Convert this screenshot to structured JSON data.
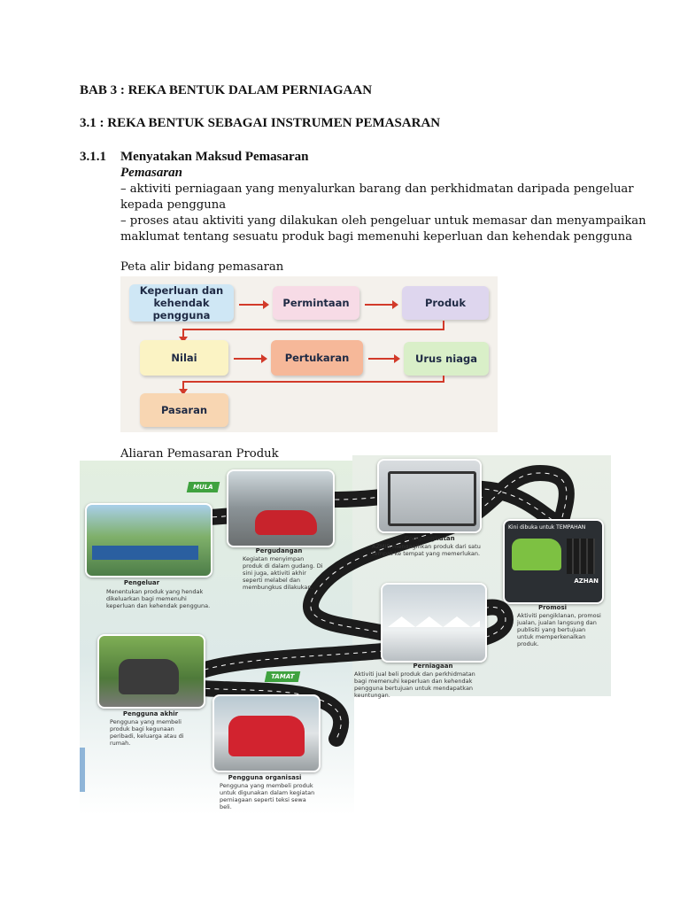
{
  "heading_chapter": "BAB 3 : REKA BENTUK DALAM PERNIAGAAN",
  "heading_section": "3.1 : REKA BENTUK SEBAGAI INSTRUMEN PEMASARAN",
  "subsection": {
    "number": "3.1.1",
    "title": "Menyatakan Maksud Pemasaran",
    "term": "Pemasaran",
    "definitions": [
      "– aktiviti perniagaan yang menyalurkan barang dan perkhidmatan daripada pengeluar",
      "kepada pengguna",
      "– proses atau aktiviti yang dilakukan oleh pengeluar untuk memasar dan menyampaikan",
      "maklumat tentang sesuatu produk bagi memenuhi keperluan dan kehendak pengguna"
    ]
  },
  "flowchart": {
    "caption": "Peta alir bidang pemasaran",
    "boxes": [
      {
        "label": "Keperluan dan kehendak pengguna",
        "color": "#cfe7f5"
      },
      {
        "label": "Permintaan",
        "color": "#f7dbe6"
      },
      {
        "label": "Produk",
        "color": "#ded6ee"
      },
      {
        "label": "Nilai",
        "color": "#fbf3c4"
      },
      {
        "label": "Pertukaran",
        "color": "#f6b899"
      },
      {
        "label": "Urus niaga",
        "color": "#d9efc8"
      },
      {
        "label": "Pasaran",
        "color": "#f8d6b2"
      }
    ],
    "arrow_color": "#d23a2a"
  },
  "product_flow": {
    "caption": "Aliaran Pemasaran Produk",
    "start_tag": "MULA",
    "end_tag": "TAMAT",
    "stages": [
      {
        "title": "Pengeluar",
        "text": "Menentukan produk yang hendak dikeluarkan bagi memenuhi keperluan dan kehendak pengguna."
      },
      {
        "title": "Pergudangan",
        "text": "Kegiatan menyimpan produk di dalam gudang. Di sini juga, aktiviti akhir seperti melabel dan membungkus dilakukan."
      },
      {
        "title": "Pengangkutan",
        "text": "AZMIR mengagihkan produk dari satu tempat ke tempat yang memerlukan."
      },
      {
        "title": "Promosi",
        "text": "Aktiviti pengiklanan, promosi jualan, jualan langsung dan publisiti yang bertujuan untuk memperkenalkan produk."
      },
      {
        "title": "Perniagaan",
        "text": "Aktiviti jual beli produk dan perkhidmatan bagi memenuhi keperluan dan kehendak pengguna bertujuan untuk mendapatkan keuntungan."
      },
      {
        "title": "Pengguna akhir",
        "text": "Pengguna yang membeli produk bagi kegunaan peribadi, keluarga atau di rumah."
      },
      {
        "title": "Pengguna organisasi",
        "text": "Pengguna yang membeli produk untuk digunakan dalam kegiatan perniagaan seperti teksi sewa beli."
      }
    ],
    "promo_banner": "Kini dibuka untuk TEMPAHAN",
    "promo_brand": "AZHAN"
  }
}
